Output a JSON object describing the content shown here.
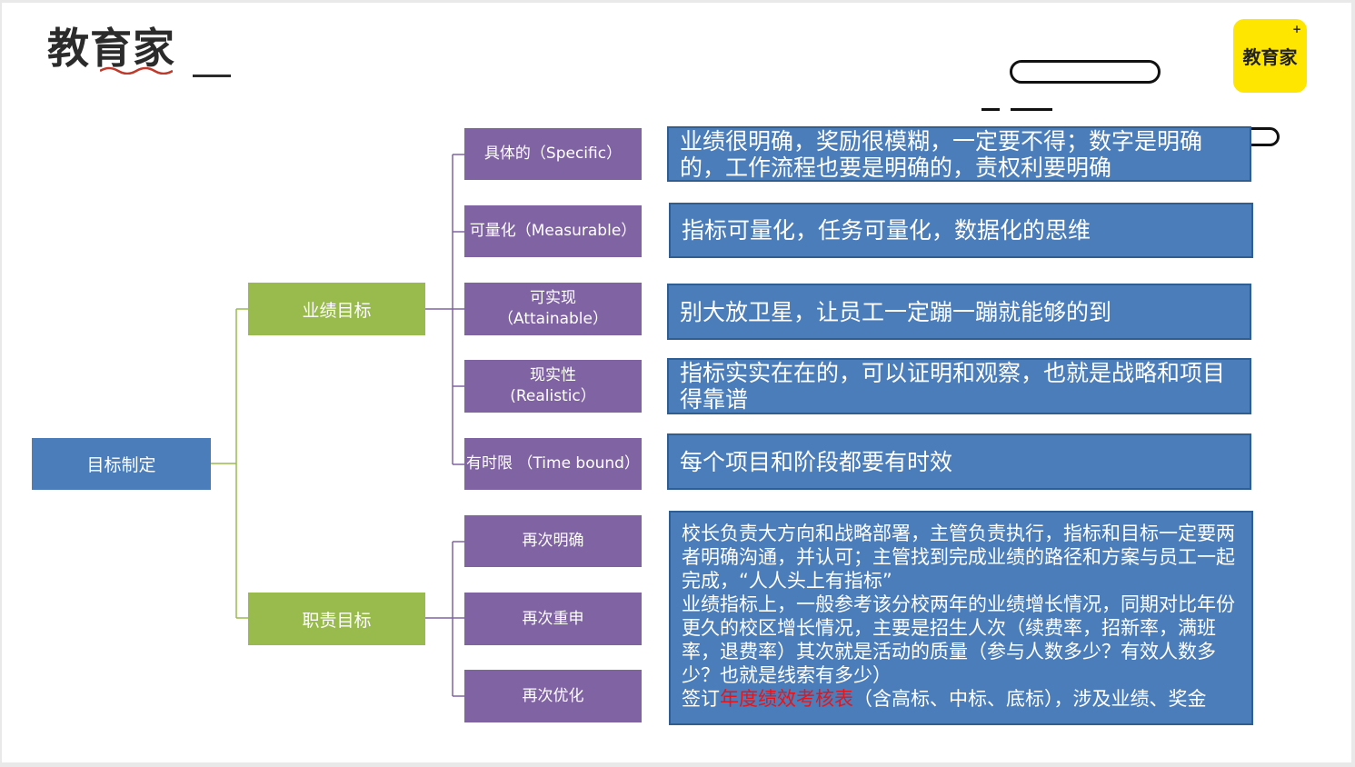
{
  "logo": {
    "brand": "教育家",
    "badge": "教育家",
    "badge_plus": "+"
  },
  "colors": {
    "root": "#4a7dba",
    "green": "#99bb4e",
    "purple": "#8063a2",
    "desc": "#4a7dba",
    "connector_green": "#99bb4e",
    "connector_purple": "#8063a2",
    "badge": "#ffe600",
    "highlight": "#e8141a"
  },
  "tree": {
    "root": "目标制定",
    "branches": [
      {
        "label": "业绩目标"
      },
      {
        "label": "职责目标"
      }
    ],
    "performance_items": [
      {
        "label": "具体的（Specific）",
        "desc": "业绩很明确，奖励很模糊，一定要不得；数字是明确的，工作流程也要是明确的，责权利要明确"
      },
      {
        "label": "可量化（Measurable）",
        "desc": "指标可量化，任务可量化，数据化的思维"
      },
      {
        "label": "可实现\n（Attainable）",
        "desc": "别大放卫星，让员工一定蹦一蹦就能够的到"
      },
      {
        "label": "现实性\n(Realistic）",
        "desc": "指标实实在在的，可以证明和观察，也就是战略和项目得靠谱"
      },
      {
        "label": "有时限 （Time bound）",
        "desc": "每个项目和阶段都要有时效"
      }
    ],
    "duty_items": [
      {
        "label": "再次明确"
      },
      {
        "label": "再次重申"
      },
      {
        "label": "再次优化"
      }
    ],
    "duty_desc": {
      "line1": "校长负责大方向和战略部署，主管负责执行，指标和目标一定要两者明确沟通，并认可；主管找到完成业绩的路径和方案与员工一起完成，“人人头上有指标”",
      "line2": "业绩指标上，一般参考该分校两年的业绩增长情况，同期对比年份更久的校区增长情况，主要是招生人次（续费率，招新率，满班率，退费率）其次就是活动的质量（参与人数多少？有效人数多少？也就是线索有多少）",
      "line3_prefix": "签订",
      "line3_highlight": "年度绩效考核表",
      "line3_suffix": "（含高标、中标、底标），涉及业绩、奖金"
    }
  }
}
